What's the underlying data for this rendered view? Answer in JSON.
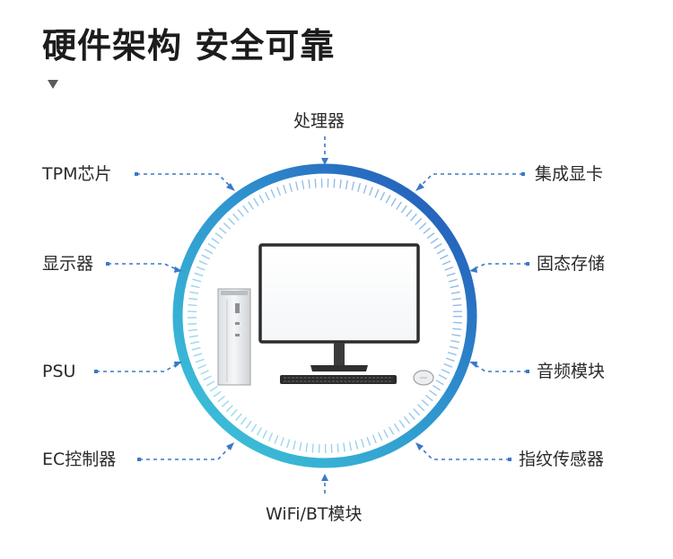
{
  "header": {
    "title": "硬件架构 安全可靠"
  },
  "diagram": {
    "center_label": "处理器",
    "bottom_label": "WiFi/BT模块",
    "left_labels": [
      "TPM芯片",
      "显示器",
      "PSU",
      "EC控制器"
    ],
    "right_labels": [
      "集成显卡",
      "固态存储",
      "音频模块",
      "指纹传感器"
    ],
    "colors": {
      "ring_start": "#3cc6d6",
      "ring_end": "#2456b8",
      "dash_line": "#3a78c8",
      "text": "#2a2a2a"
    }
  }
}
